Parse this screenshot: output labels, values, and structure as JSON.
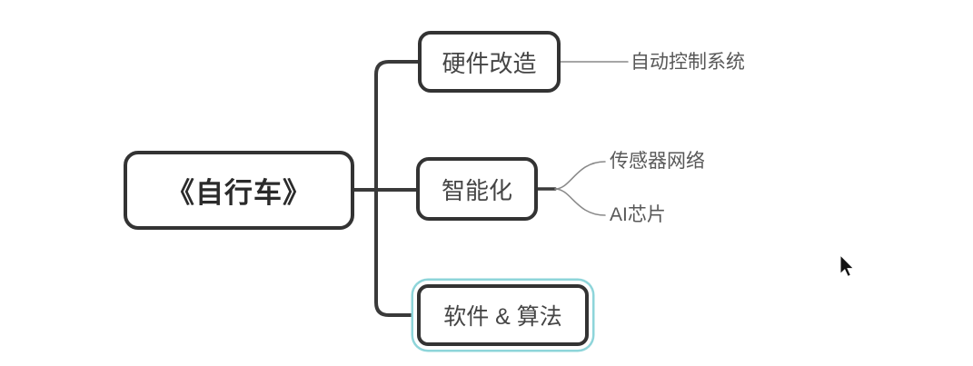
{
  "diagram": {
    "root": {
      "label": "《自行车》"
    },
    "branches": [
      {
        "label": "硬件改造",
        "selected": false,
        "children": [
          {
            "label": "自动控制系统"
          }
        ]
      },
      {
        "label": "智能化",
        "selected": false,
        "children": [
          {
            "label": "传感器网络"
          },
          {
            "label": "AI芯片"
          }
        ]
      },
      {
        "label": "软件 & 算法",
        "selected": true,
        "children": []
      }
    ]
  },
  "colors": {
    "node_border": "#333333",
    "connector_thick": "#3a3a3a",
    "connector_thin": "#898989",
    "node_text": "#454545",
    "root_text": "#2b2b2b",
    "leaf_text": "#585858",
    "selection": "#8ed5da",
    "background": "#ffffff",
    "cursor": "#111111"
  }
}
